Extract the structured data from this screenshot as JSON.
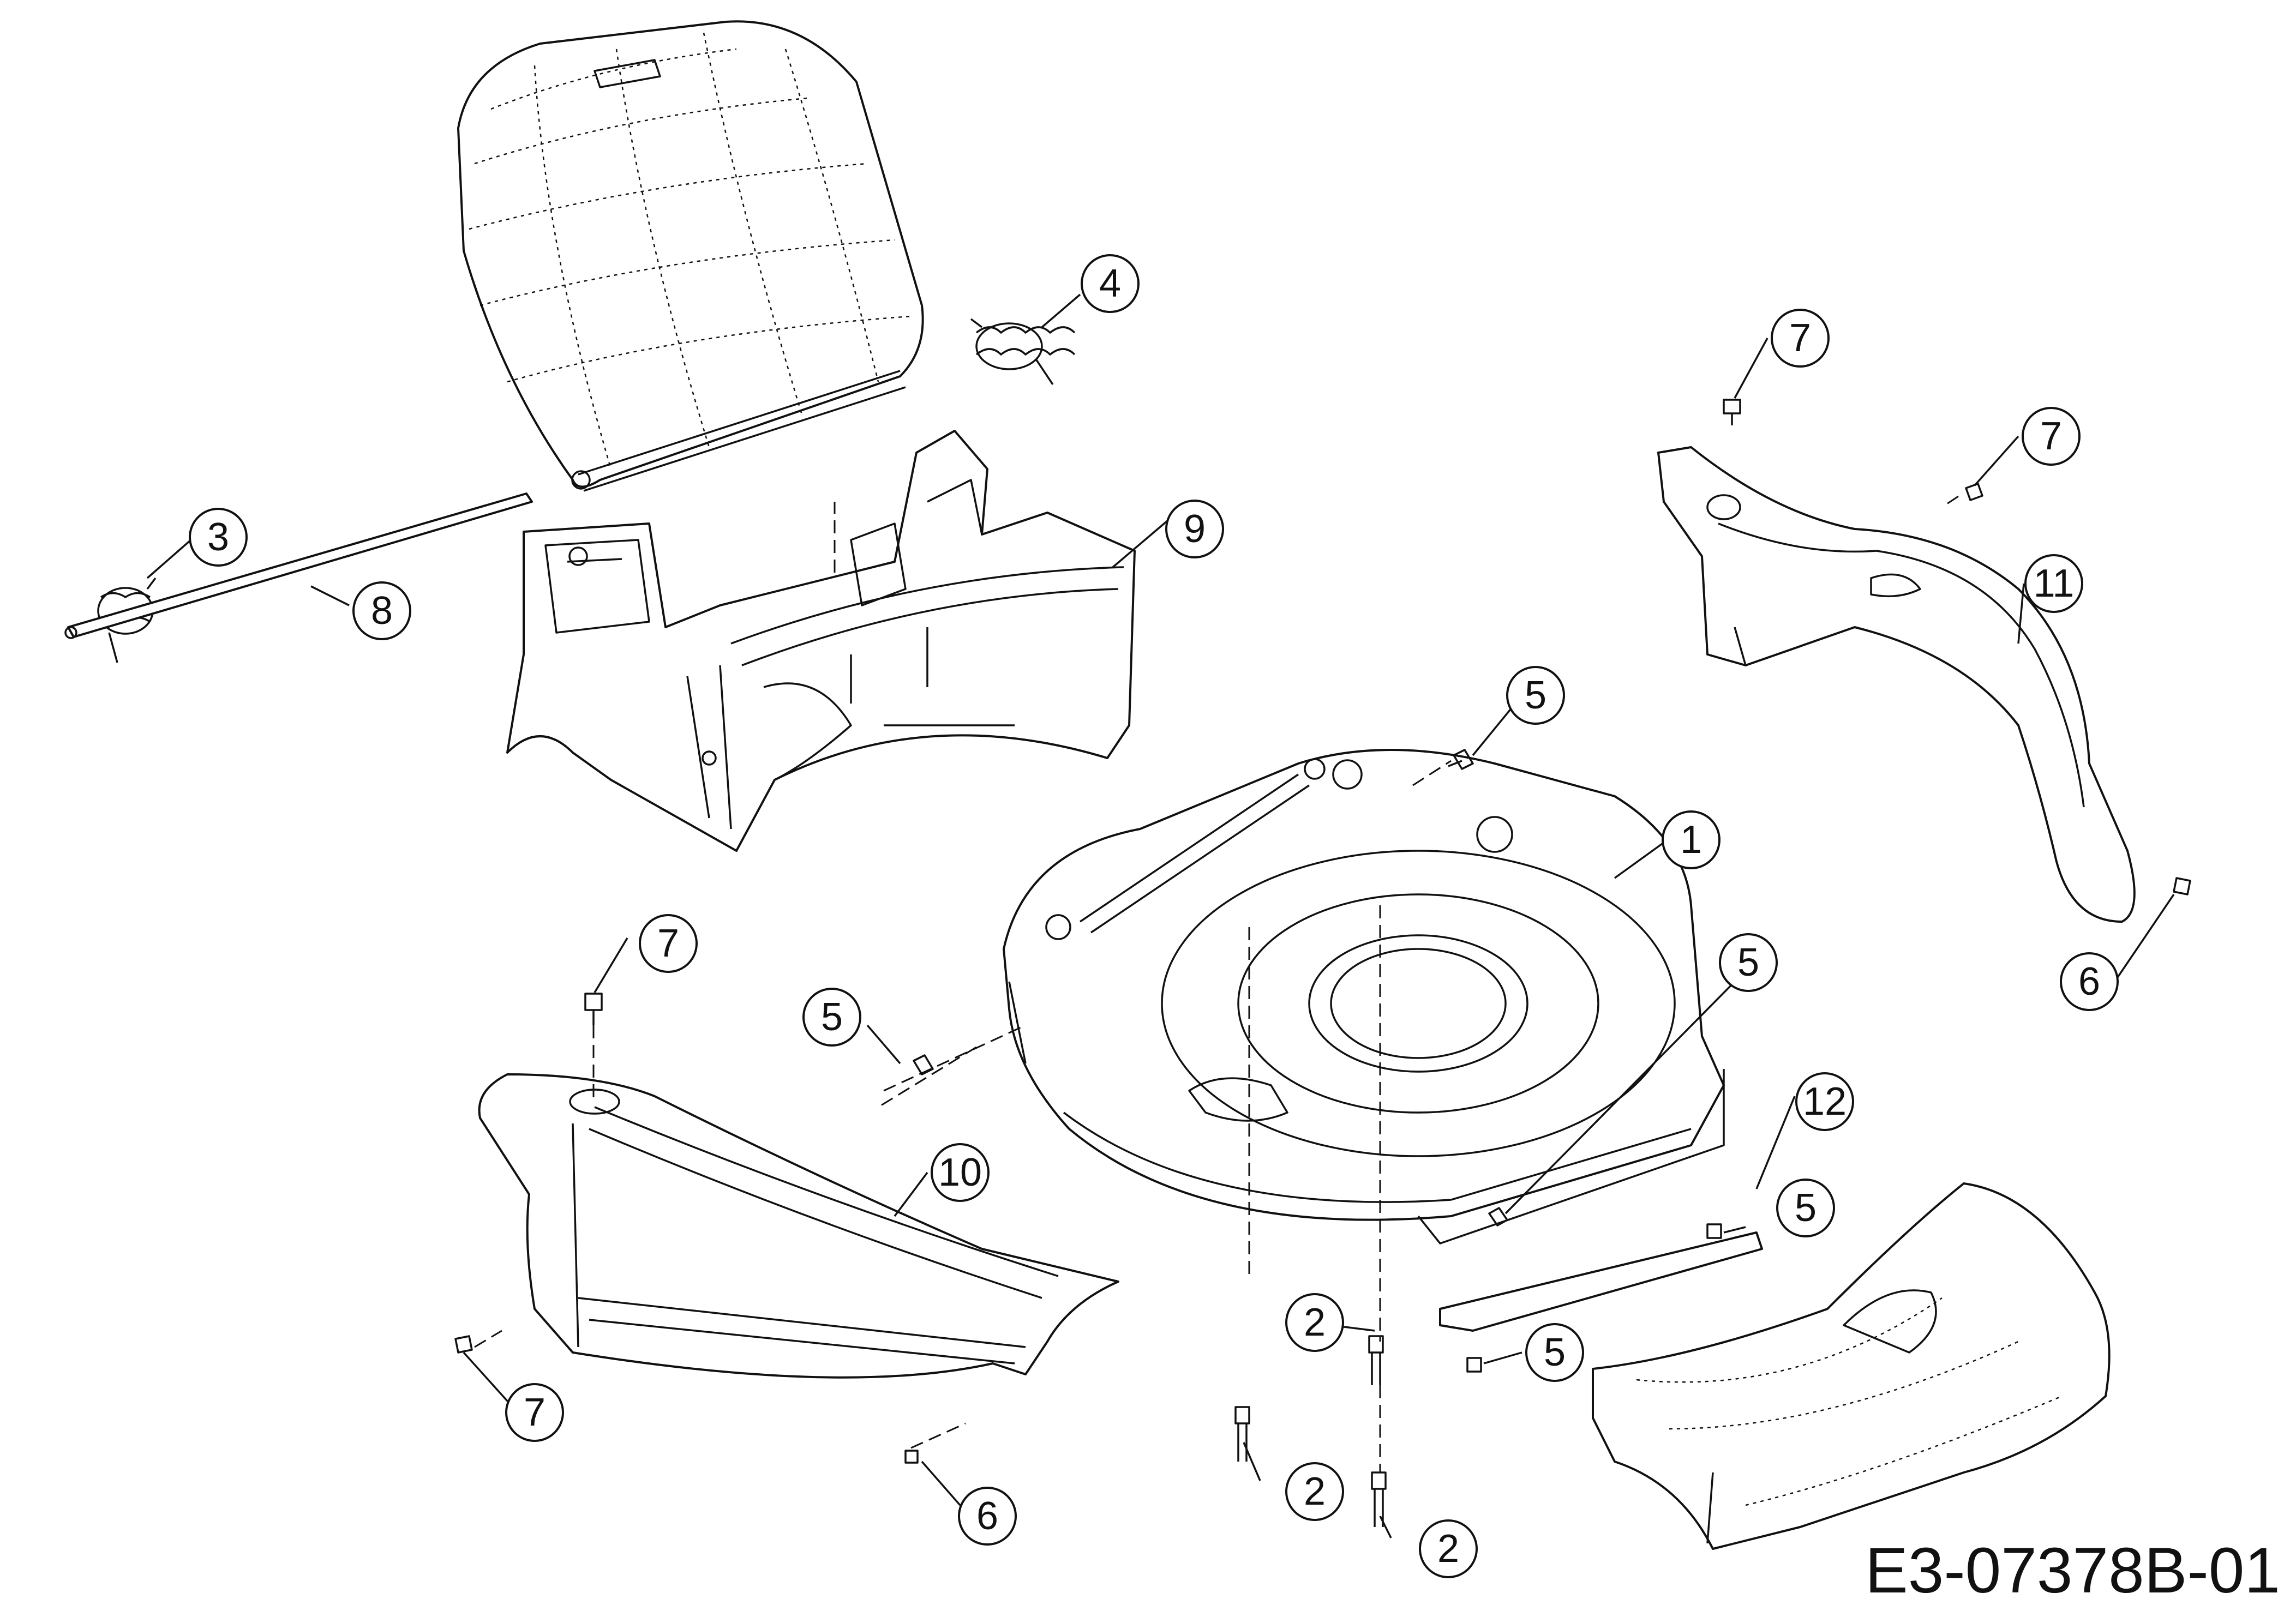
{
  "drawing": {
    "code": "E3-07378B-01",
    "callouts": [
      "1",
      "2",
      "2",
      "2",
      "3",
      "4",
      "5",
      "5",
      "5",
      "5",
      "5",
      "6",
      "6",
      "7",
      "7",
      "7",
      "7",
      "8",
      "9",
      "10",
      "11",
      "12"
    ]
  }
}
